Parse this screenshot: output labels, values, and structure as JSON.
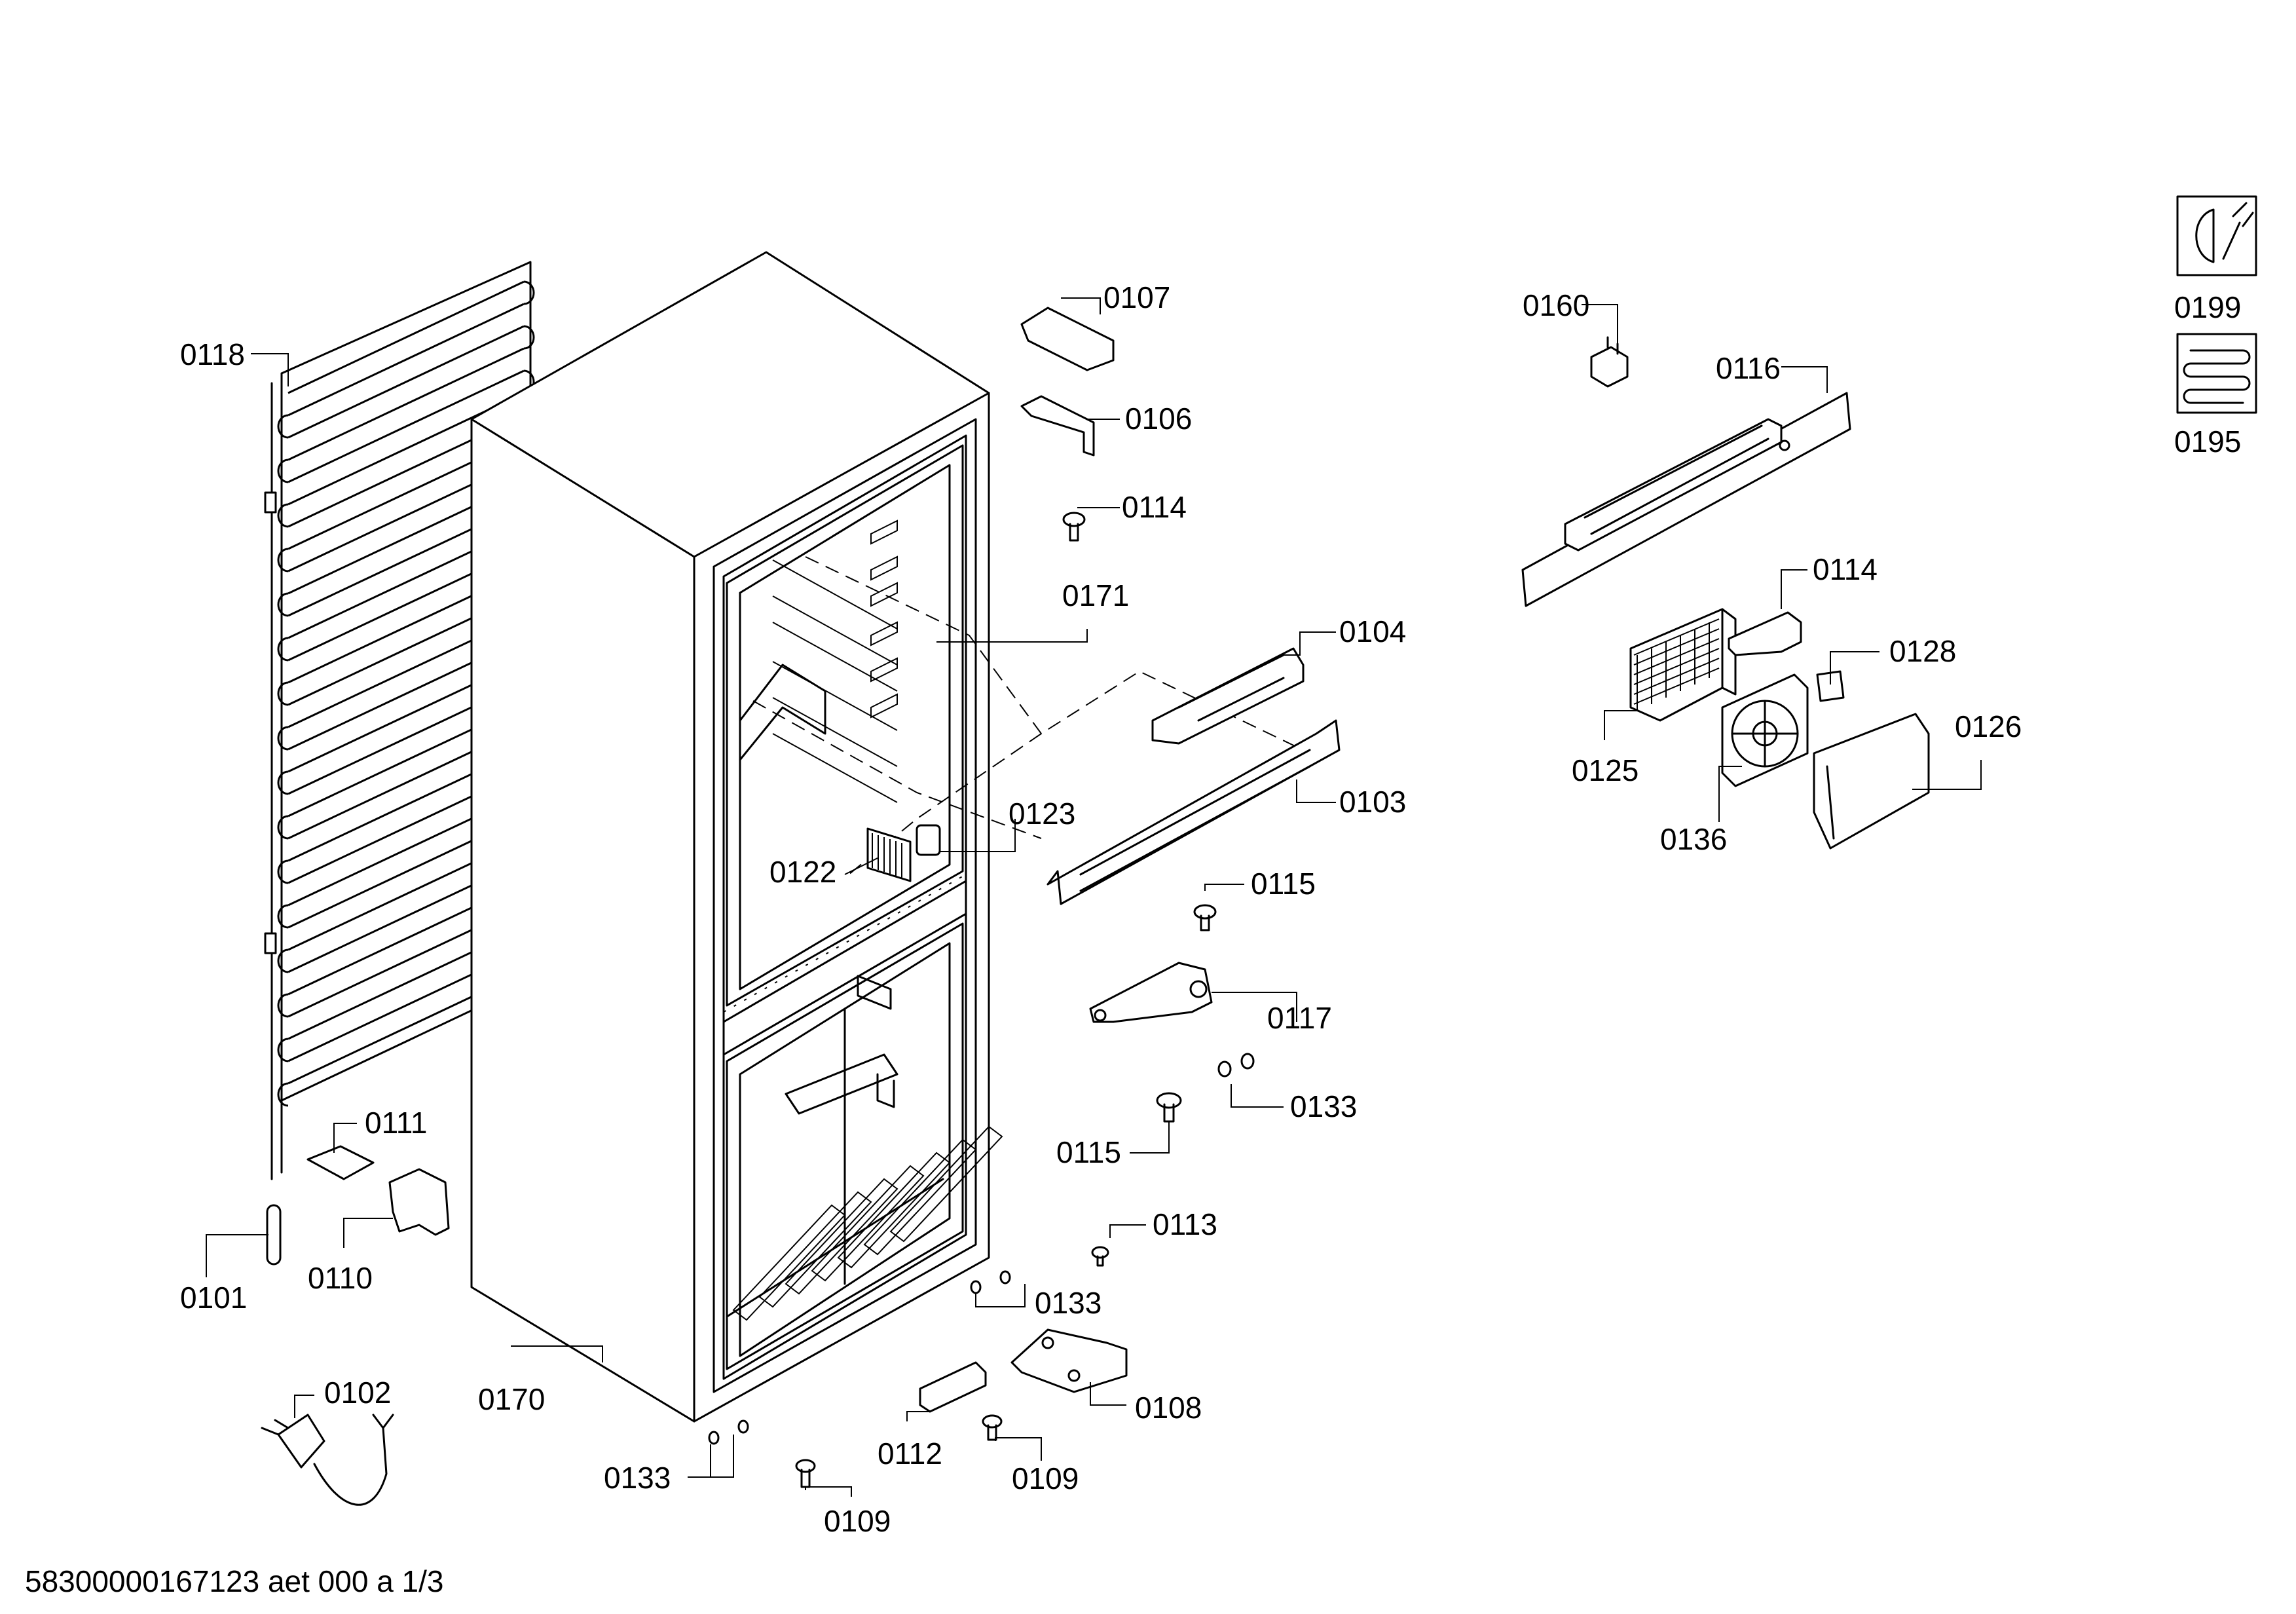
{
  "labels": {
    "p0118": "0118",
    "p0107": "0107",
    "p0106": "0106",
    "p0114a": "0114",
    "p0171": "0171",
    "p0104": "0104",
    "p0103": "0103",
    "p0123": "0123",
    "p0122": "0122",
    "p0115a": "0115",
    "p0117": "0117",
    "p0133a": "0133",
    "p0115b": "0115",
    "p0113": "0113",
    "p0133b": "0133",
    "p0108": "0108",
    "p0112": "0112",
    "p0109a": "0109",
    "p0109b": "0109",
    "p0133c": "0133",
    "p0170": "0170",
    "p0102": "0102",
    "p0101": "0101",
    "p0110": "0110",
    "p0111": "0111",
    "p0160": "0160",
    "p0116": "0116",
    "p0114b": "0114",
    "p0128": "0128",
    "p0126": "0126",
    "p0125": "0125",
    "p0136": "0136",
    "p0199": "0199",
    "p0195": "0195"
  },
  "footer": {
    "doc_id": "58300000167123 aet 000 a 1/3"
  },
  "icons": {
    "service_icon": "wrench-part-icon",
    "condenser_icon": "coil-icon"
  }
}
